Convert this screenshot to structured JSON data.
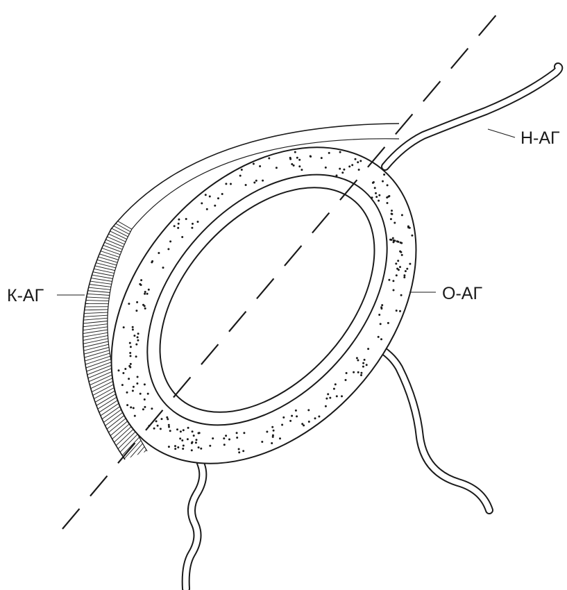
{
  "labels": {
    "k_antigen": "К-АГ",
    "o_antigen": "О-АГ",
    "h_antigen": "Н-АГ"
  },
  "colors": {
    "stroke": "#1a1a1a",
    "background": "#ffffff"
  }
}
